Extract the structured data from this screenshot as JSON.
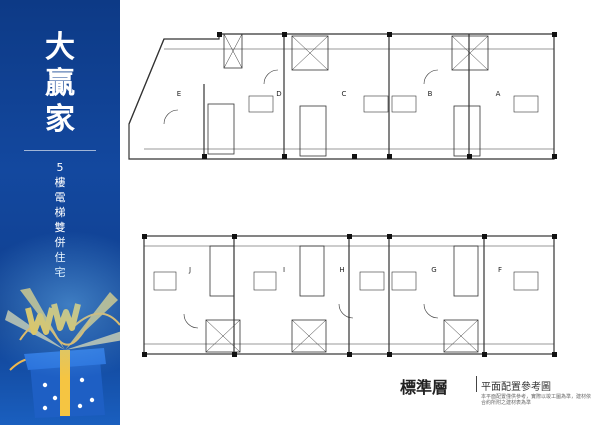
{
  "brand": {
    "line1": "大",
    "line2": "贏",
    "line3": "家"
  },
  "tagline": [
    "5",
    "樓",
    "電",
    "梯",
    "雙",
    "併",
    "住",
    "宅"
  ],
  "units": {
    "top": [
      "E",
      "D",
      "C",
      "B",
      "A"
    ],
    "bottom": [
      "J",
      "I",
      "H",
      "G",
      "F"
    ]
  },
  "footer": {
    "title": "標準層",
    "subtitle": "平面配置參考圖",
    "note": "本平面配置僅供參考，實際以竣工圖為準，建材依合約所附之建材表為準"
  },
  "colors": {
    "panel": "#0f3f8f",
    "line": "#333333",
    "accent": "#f5c542"
  }
}
